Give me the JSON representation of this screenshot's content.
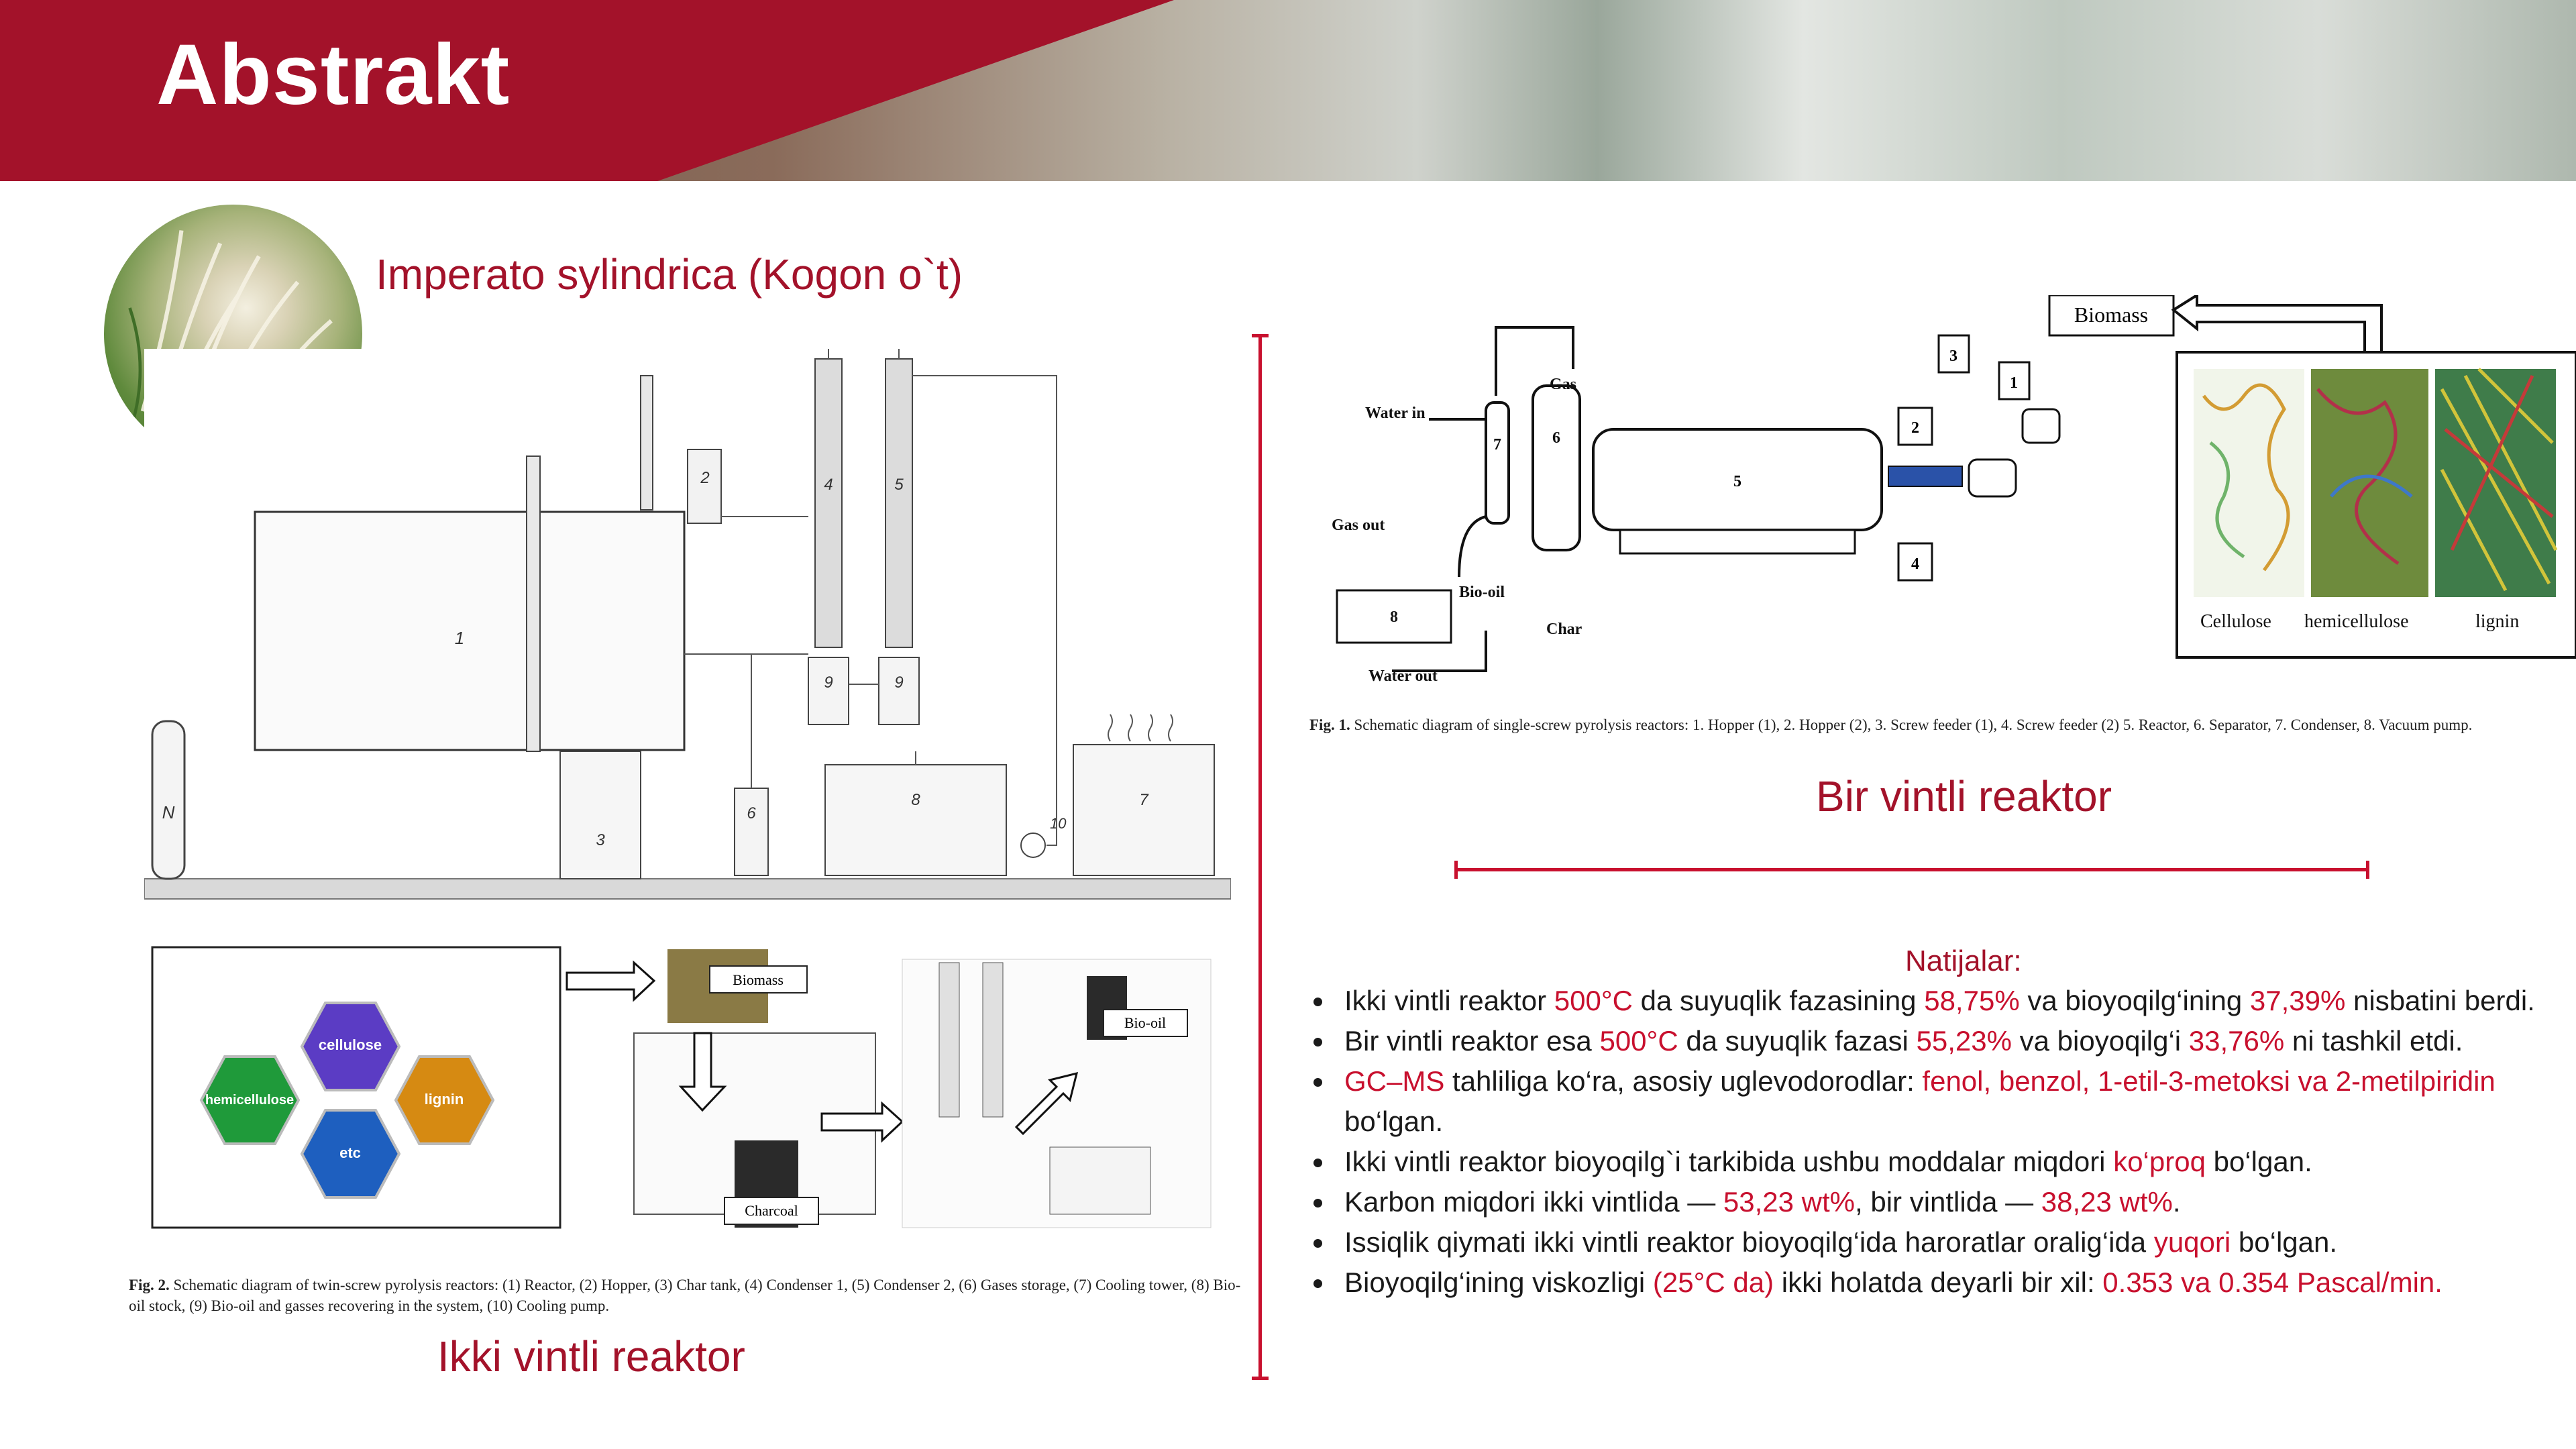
{
  "header": {
    "title": "Abstrakt"
  },
  "plant": {
    "name": "Imperato sylindrica (Kogon o`t)"
  },
  "twin_screw": {
    "figure": {
      "unit_labels": [
        "1",
        "2",
        "3",
        "4",
        "5",
        "6",
        "7",
        "8",
        "9",
        "9",
        "10",
        "N"
      ],
      "inset_labels": {
        "cellulose": "cellulose",
        "hemicellulose": "hemicellulose",
        "lignin": "lignin",
        "etc": "etc",
        "biomass": "Biomass",
        "charcoal": "Charcoal",
        "biooil": "Bio-oil"
      }
    },
    "caption_lead": "Fig. 2.",
    "caption": "Schematic diagram of twin-screw pyrolysis reactors: (1) Reactor, (2) Hopper, (3) Char tank, (4) Condenser 1, (5) Condenser 2, (6) Gases storage, (7) Cooling tower, (8) Bio-oil stock, (9) Bio-oil and gasses recovering in the system, (10) Cooling pump.",
    "label": "Ikki vintli reaktor"
  },
  "single_screw": {
    "figure": {
      "labels": {
        "water_in": "Water in",
        "gas": "Gas",
        "gas_out": "Gas out",
        "bio_oil": "Bio-oil",
        "char": "Char",
        "water_out": "Water out",
        "biomass": "Biomass",
        "cellulose": "Cellulose",
        "hemicellulose": "hemicellulose",
        "lignin": "lignin"
      },
      "unit_labels": [
        "1",
        "2",
        "3",
        "4",
        "5",
        "6",
        "7",
        "8"
      ]
    },
    "caption_lead": "Fig. 1.",
    "caption": "Schematic diagram of single-screw pyrolysis reactors: 1. Hopper (1), 2. Hopper (2), 3. Screw feeder (1), 4. Screw feeder (2) 5. Reactor, 6. Separator, 7. Condenser, 8. Vacuum pump.",
    "label": "Bir vintli reaktor"
  },
  "results": {
    "title": "Natijalar:",
    "items": [
      [
        {
          "t": "Ikki vintli reaktor "
        },
        {
          "t": "500°C",
          "hl": true
        },
        {
          "t": " da suyuqlik fazasining "
        },
        {
          "t": "58,75%",
          "hl": true
        },
        {
          "t": " va bioyoqilg‘ining "
        },
        {
          "t": "37,39%",
          "hl": true
        },
        {
          "t": " nisbatini berdi."
        }
      ],
      [
        {
          "t": "Bir vintli reaktor esa "
        },
        {
          "t": "500°C",
          "hl": true
        },
        {
          "t": " da suyuqlik fazasi "
        },
        {
          "t": "55,23%",
          "hl": true
        },
        {
          "t": " va bioyoqilg‘i "
        },
        {
          "t": "33,76%",
          "hl": true
        },
        {
          "t": " ni tashkil etdi."
        }
      ],
      [
        {
          "t": "GC–MS",
          "hl": true
        },
        {
          "t": " tahliliga ko‘ra, asosiy uglevodorodlar: "
        },
        {
          "t": "fenol, benzol, 1-etil-3-metoksi va 2-metilpiridin",
          "hl": true
        },
        {
          "t": " bo‘lgan."
        }
      ],
      [
        {
          "t": "Ikki vintli reaktor bioyoqilg`i tarkibida ushbu moddalar miqdori "
        },
        {
          "t": "ko‘proq",
          "hl": true
        },
        {
          "t": " bo‘lgan."
        }
      ],
      [
        {
          "t": "Karbon miqdori ikki vintlida — "
        },
        {
          "t": "53,23 wt%",
          "hl": true
        },
        {
          "t": ", bir vintlida — "
        },
        {
          "t": "38,23 wt%",
          "hl": true
        },
        {
          "t": "."
        }
      ],
      [
        {
          "t": "Issiqlik qiymati ikki vintli reaktor bioyoqilg‘ida haroratlar oralig‘ida "
        },
        {
          "t": "yuqori",
          "hl": true
        },
        {
          "t": " bo‘lgan."
        }
      ],
      [
        {
          "t": "Bioyoqilg‘ining viskozligi "
        },
        {
          "t": "(25°C da)",
          "hl": true
        },
        {
          "t": " ikki holatda deyarli bir xil: "
        },
        {
          "t": "0.353 va 0.354 Pascal/min.",
          "hl": true
        }
      ]
    ]
  },
  "colors": {
    "brand_red": "#a3122a",
    "accent_red": "#c8102e"
  }
}
